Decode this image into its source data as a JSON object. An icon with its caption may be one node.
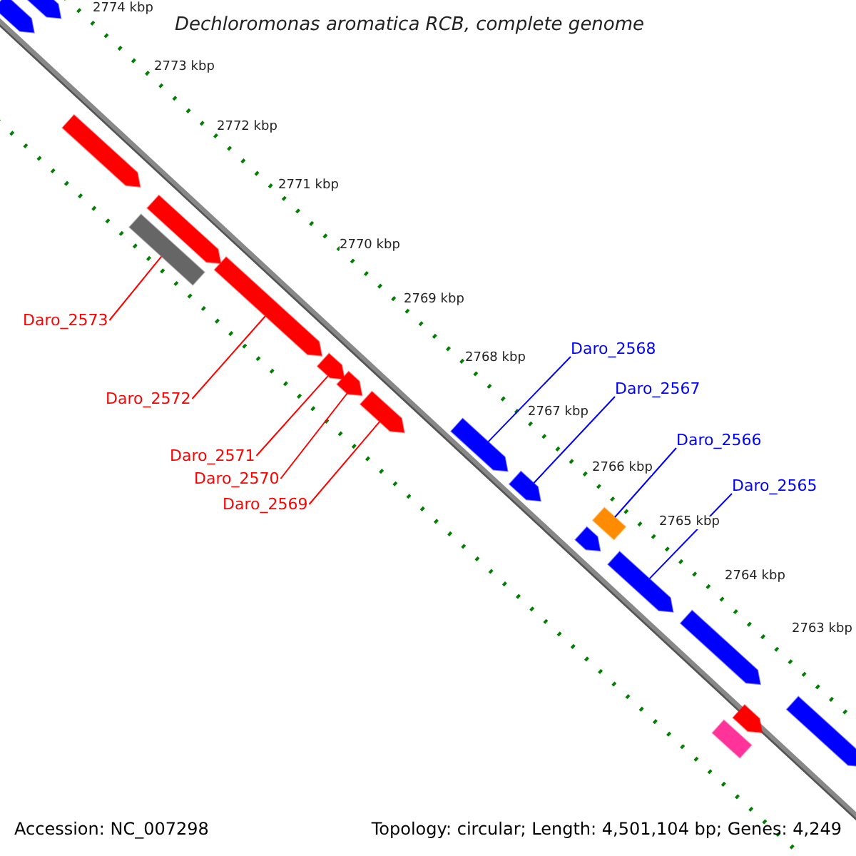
{
  "diagram": {
    "title": "Dechloromonas aromatica RCB, complete genome",
    "nodes": [
      {
        "text": [
          "Daro_2573"
        ]
      },
      {
        "text": [
          "Daro_2572"
        ]
      },
      {
        "text": [
          "Daro_2571"
        ]
      },
      {
        "text": [
          "Daro_2570"
        ]
      },
      {
        "text": [
          "Daro_2569"
        ]
      },
      {
        "text": [
          "Daro_2568"
        ]
      },
      {
        "text": [
          "Daro_2567"
        ]
      },
      {
        "text": [
          "Daro_2566"
        ]
      },
      {
        "text": [
          "Daro_2565"
        ]
      },
      {
        "text": [],
        "shape": "arrow"
      },
      {
        "text": [],
        "shape": "arrow"
      },
      {
        "text": [],
        "shape": "arrow"
      },
      {
        "text": [],
        "shape": "arrow"
      },
      {
        "text": [],
        "shape": "box"
      },
      {
        "text": [],
        "shape": "arrow"
      },
      {
        "text": [],
        "shape": "arrow"
      },
      {
        "text": [],
        "shape": "arrow"
      },
      {
        "text": [],
        "shape": "arrow"
      },
      {
        "text": [],
        "shape": "arrow"
      },
      {
        "text": [],
        "shape": "arrow"
      },
      {
        "text": [],
        "shape": "box"
      },
      {
        "text": [],
        "shape": "arrow"
      },
      {
        "text": [],
        "shape": "arrow"
      },
      {
        "text": [],
        "shape": "arrow"
      },
      {
        "text": [],
        "shape": "arrow"
      },
      {
        "text": [],
        "shape": "box"
      },
      {
        "text": [],
        "shape": "arrow"
      }
    ],
    "edges": [
      {
        "from": 0,
        "to": 13,
        "arrow": "none"
      },
      {
        "from": 1,
        "to": 14,
        "arrow": "none"
      },
      {
        "from": 2,
        "to": 15,
        "arrow": "none"
      },
      {
        "from": 3,
        "to": 16,
        "arrow": "none"
      },
      {
        "from": 4,
        "to": 17,
        "arrow": "none"
      },
      {
        "from": 5,
        "to": 18,
        "arrow": "none",
        "color": "#0000ff"
      },
      {
        "from": 6,
        "to": 19,
        "arrow": "none",
        "color": "#0000ff"
      },
      {
        "from": 7,
        "to": 20,
        "arrow": "none",
        "color": "#0000ff"
      },
      {
        "from": 8,
        "to": 22,
        "arrow": "none",
        "color": "#0000ff"
      }
    ],
    "labels": [
      "2774 kbp",
      "2773 kbp",
      "2772 kbp",
      "2771 kbp",
      "2770 kbp",
      "2769 kbp",
      "2768 kbp",
      "2767 kbp",
      "2766 kbp",
      "2765 kbp",
      "2764 kbp",
      "2763 kbp",
      "Accession: NC_007298",
      "Topology: circular; Length: 4,501,104 bp; Genes: 4,249"
    ]
  }
}
